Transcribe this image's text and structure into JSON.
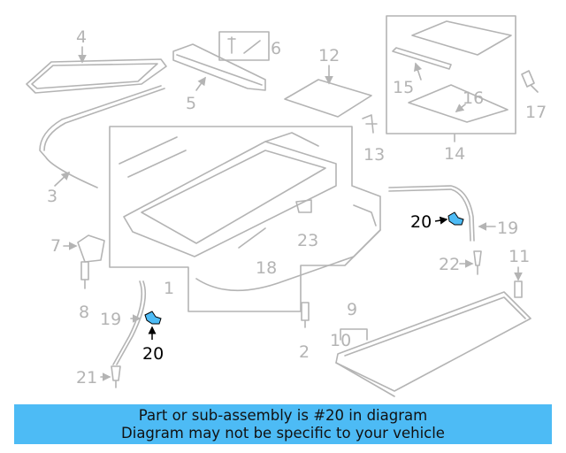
{
  "diagram": {
    "highlighted_part": "20",
    "highlight_color": "#4dbbf5",
    "callouts": {
      "c1": "1",
      "c2": "2",
      "c3": "3",
      "c4": "4",
      "c5": "5",
      "c6": "6",
      "c7": "7",
      "c8": "8",
      "c9": "9",
      "c10": "10",
      "c11": "11",
      "c12": "12",
      "c13": "13",
      "c14": "14",
      "c15": "15",
      "c16": "16",
      "c17": "17",
      "c18": "18",
      "c19a": "19",
      "c19b": "19",
      "c20a": "20",
      "c20b": "20",
      "c21": "21",
      "c22": "22",
      "c23": "23"
    }
  },
  "banner": {
    "line1": "Part or sub-assembly is #20 in diagram",
    "line2": "Diagram may not be specific to your vehicle",
    "color": "#4dbbf5"
  }
}
